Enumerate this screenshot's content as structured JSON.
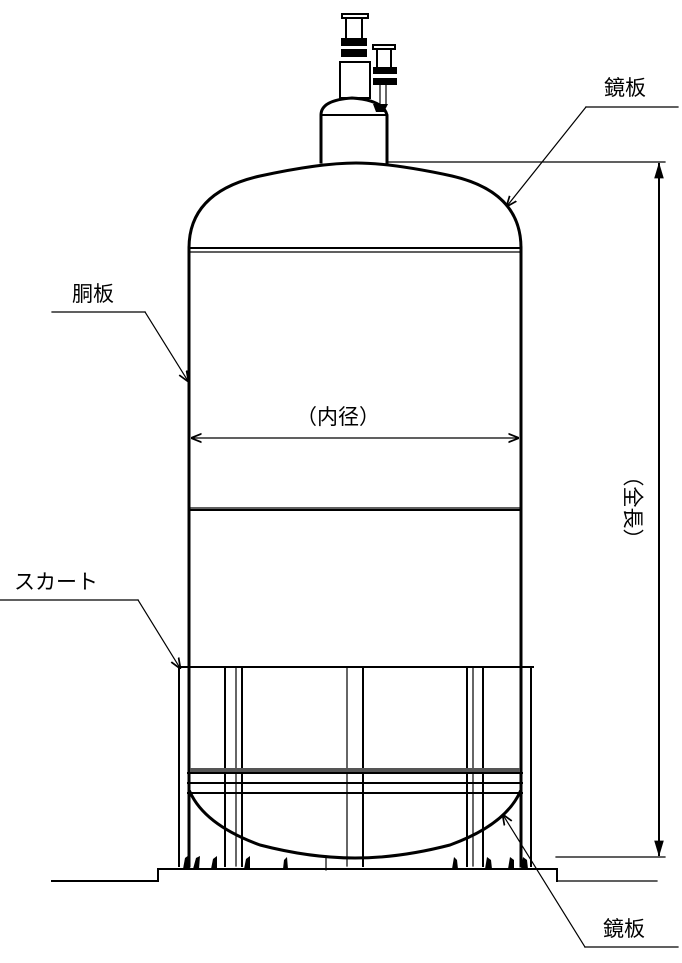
{
  "diagram": {
    "type": "vertical pressure vessel elevation drawing",
    "line_color": "#000000",
    "background": "#ffffff"
  },
  "labels": {
    "top_head": "鏡板",
    "shell": "胴板",
    "inner_diameter": "（内径）",
    "overall_length": "（全長）",
    "skirt": "スカート",
    "bottom_head": "鏡板"
  },
  "components": [
    {
      "id": "top-nozzle-assembly",
      "description": "nozzles with flanges on top dome"
    },
    {
      "id": "top-head",
      "label_ref": "top_head"
    },
    {
      "id": "shell",
      "label_ref": "shell"
    },
    {
      "id": "inner-diameter-dimension",
      "label_ref": "inner_diameter"
    },
    {
      "id": "overall-length-dimension",
      "label_ref": "overall_length"
    },
    {
      "id": "skirt",
      "label_ref": "skirt"
    },
    {
      "id": "bottom-head",
      "label_ref": "bottom_head"
    },
    {
      "id": "foundation"
    }
  ]
}
